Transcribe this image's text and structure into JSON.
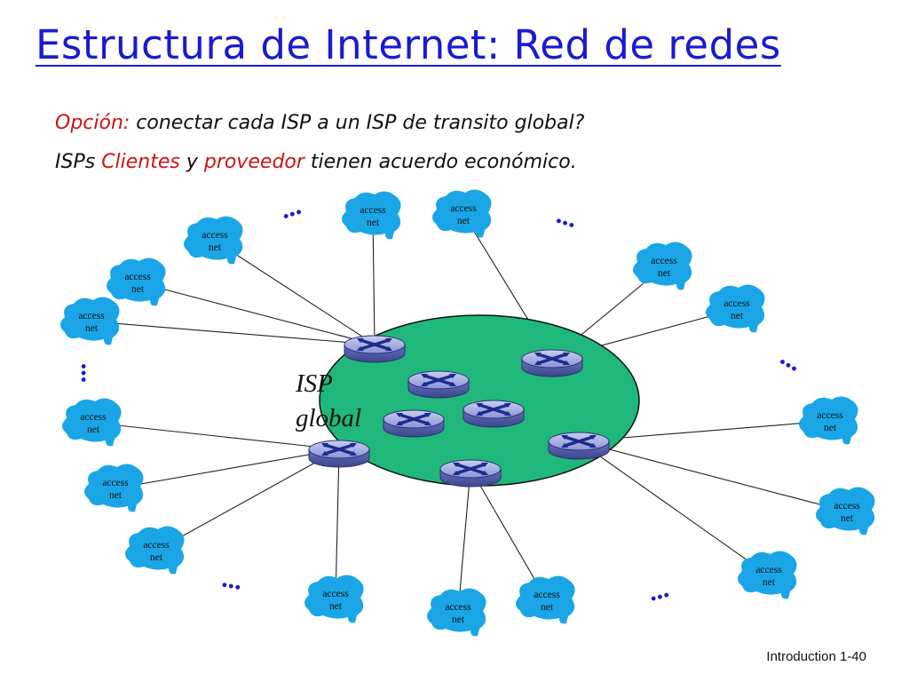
{
  "title": "Estructura de Internet: Red de redes",
  "subtitle": {
    "line1": {
      "opcion": "Opción:",
      "rest": " conectar cada ISP a un ISP de transito global?"
    },
    "line2": {
      "isps": "ISPs ",
      "clientes": "Clientes",
      "y": " y ",
      "proveedor": "proveedor",
      "rest": " tienen acuerdo económico."
    }
  },
  "isp_label": [
    "ISP",
    "global"
  ],
  "access_net_label": [
    "access",
    "net"
  ],
  "ellipsis": "...",
  "footer": "Introduction 1-40",
  "colors": {
    "title": "#1a1ad0",
    "highlight": "#c81414",
    "isp_fill": "#1fb87a",
    "access_cloud": "#1aa6e6",
    "router": "#6a76c4"
  },
  "icons": {
    "router": "router-icon",
    "access_net": "cloud-icon"
  }
}
